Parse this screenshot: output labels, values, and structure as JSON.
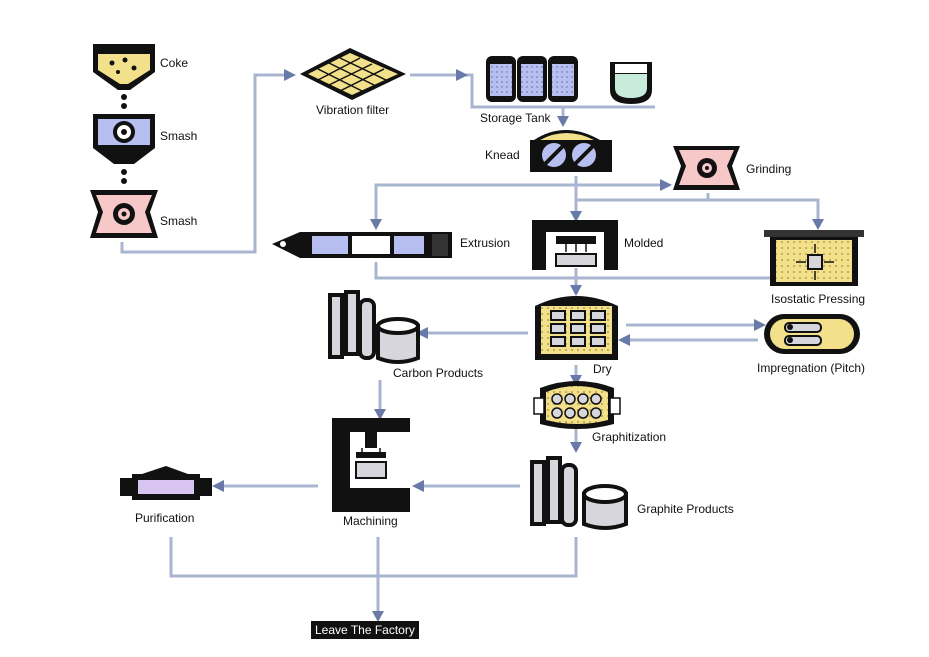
{
  "labels": {
    "coke": "Coke",
    "smash1": "Smash",
    "smash2": "Smash",
    "vibration_filter": "Vibration filter",
    "storage_tank": "Storage Tank",
    "knead": "Knead",
    "grinding": "Grinding",
    "extrusion": "Extrusion",
    "molded": "Molded",
    "isostatic_pressing": "Isostatic Pressing",
    "carbon_products": "Carbon Products",
    "dry": "Dry",
    "impregnation": "Impregnation (Pitch)",
    "graphitization": "Graphitization",
    "purification": "Purification",
    "machining": "Machining",
    "graphite_products": "Graphite Products",
    "leave_factory": "Leave The Factory"
  },
  "colors": {
    "flow_line": "#a9b4cf",
    "flow_edge": "#4a5a80",
    "yellow_fill": "#f3e08a",
    "blue_fill": "#b7bff0",
    "pink_fill": "#f6c8c8",
    "mint_fill": "#c8ecdc",
    "purple_fill": "#d8c4f0",
    "grey_fill": "#d6d6dc",
    "outline": "#111111"
  }
}
